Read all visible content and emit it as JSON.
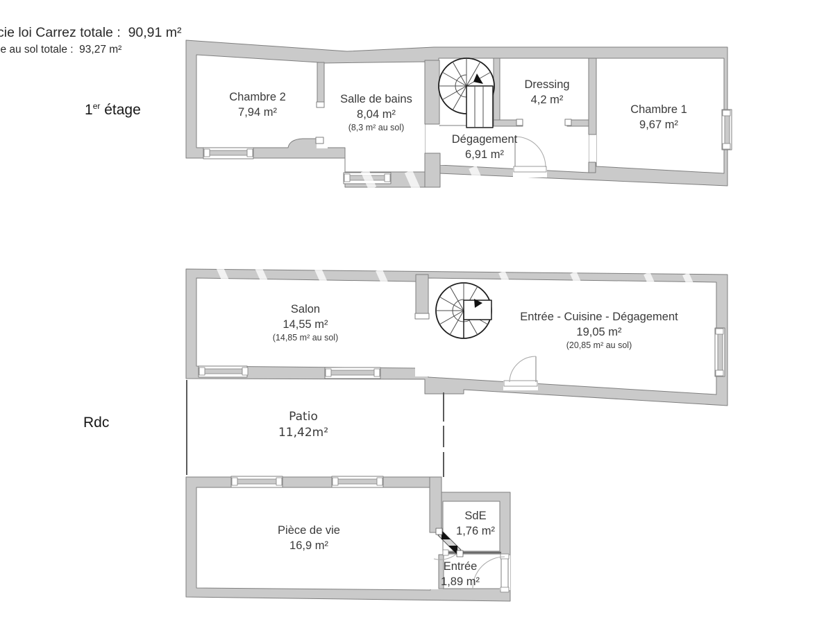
{
  "header": {
    "carrez_total": "cie loi Carrez totale :  90,91 m²",
    "floor_area_total": "ie au sol totale :  93,27 m²"
  },
  "floor_labels": {
    "first": {
      "prefix": "1",
      "sup": "er",
      "rest": " étage"
    },
    "ground": "Rdc"
  },
  "first_floor": {
    "rooms": {
      "chambre2": {
        "name": "Chambre 2",
        "area": "7,94 m²"
      },
      "salle_de_bains": {
        "name": "Salle de bains",
        "area": "8,04 m²",
        "floor_area": "(8,3 m² au sol)"
      },
      "dressing": {
        "name": "Dressing",
        "area": "4,2 m²"
      },
      "chambre1": {
        "name": "Chambre 1",
        "area": "9,67 m²"
      },
      "degagement": {
        "name": "Dégagement",
        "area": "6,91 m²"
      }
    }
  },
  "ground_floor": {
    "rooms": {
      "salon": {
        "name": "Salon",
        "area": "14,55 m²",
        "floor_area": "(14,85 m² au sol)"
      },
      "entree_cuisine_degagement": {
        "name": "Entrée - Cuisine - Dégagement",
        "area": "19,05 m²",
        "floor_area": "(20,85 m² au sol)"
      },
      "patio": {
        "name": "Patio",
        "area": "11,42m²"
      },
      "piece_de_vie": {
        "name": "Pièce de vie",
        "area": "16,9 m²"
      },
      "sde": {
        "name": "SdE",
        "area": "1,76 m²"
      },
      "entree": {
        "name": "Entrée",
        "area": "1,89 m²"
      }
    }
  },
  "colors": {
    "wall_fill": "#cacaca",
    "wall_stroke": "#7e7e7e",
    "stair_stroke": "#1c1c1c",
    "thin_line": "#5a5a5a",
    "text": "#3a3a3a"
  }
}
